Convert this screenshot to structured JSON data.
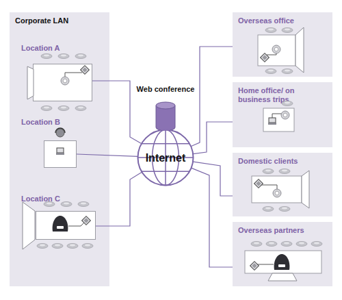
{
  "diagram": {
    "nodes": [
      {
        "text": [
          "Corporate LAN"
        ]
      },
      {
        "text": [
          "Location A"
        ],
        "in": 0
      },
      {
        "text": [
          "Location B"
        ],
        "in": 0
      },
      {
        "text": [
          "Location C"
        ],
        "in": 0
      },
      {
        "text": [
          "Internet"
        ]
      },
      {
        "text": [
          "Web conference"
        ]
      },
      {
        "text": [
          "Overseas office"
        ]
      },
      {
        "text": [
          "Home office/ on business trips"
        ]
      },
      {
        "text": [
          "Domestic clients"
        ]
      },
      {
        "text": [
          "Overseas partners"
        ]
      }
    ],
    "edges": [
      {
        "from": 1,
        "to": 4,
        "arrow": "none"
      },
      {
        "from": 2,
        "to": 4,
        "arrow": "none"
      },
      {
        "from": 3,
        "to": 4,
        "arrow": "none"
      },
      {
        "from": 4,
        "to": 6,
        "arrow": "none"
      },
      {
        "from": 4,
        "to": 7,
        "arrow": "none"
      },
      {
        "from": 4,
        "to": 8,
        "arrow": "none"
      },
      {
        "from": 4,
        "to": 9,
        "arrow": "none"
      }
    ]
  }
}
